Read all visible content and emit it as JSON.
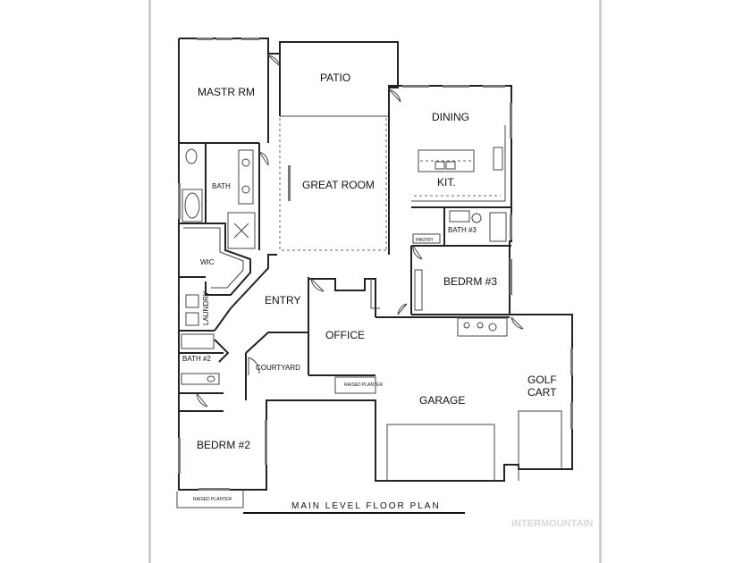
{
  "plan": {
    "title": "MAIN LEVEL FLOOR PLAN",
    "watermark": "INTERMOUNTAIN"
  },
  "rooms": {
    "master": "MASTR RM",
    "patio": "PATIO",
    "dining": "DINING",
    "great_room": "GREAT ROOM",
    "kitchen": "KIT.",
    "bath": "BATH",
    "bath3": "BATH #3",
    "pantry": "PANTRY",
    "wic": "WIC",
    "laundry": "LAUNDRY",
    "entry": "ENTRY",
    "bedroom3": "BEDRM #3",
    "office": "OFFICE",
    "bath2": "BATH #2",
    "courtyard": "COURTYARD",
    "raised_planter_1": "RAISED PLANTER",
    "garage": "GARAGE",
    "golf_cart_1": "GOLF",
    "golf_cart_2": "CART",
    "bedroom2": "BEDRM #2",
    "raised_planter_2": "RAISED PLANTER"
  },
  "colors": {
    "walls": "#222222",
    "frame": "#cfcfcf",
    "watermark": "#d8d8d8"
  }
}
